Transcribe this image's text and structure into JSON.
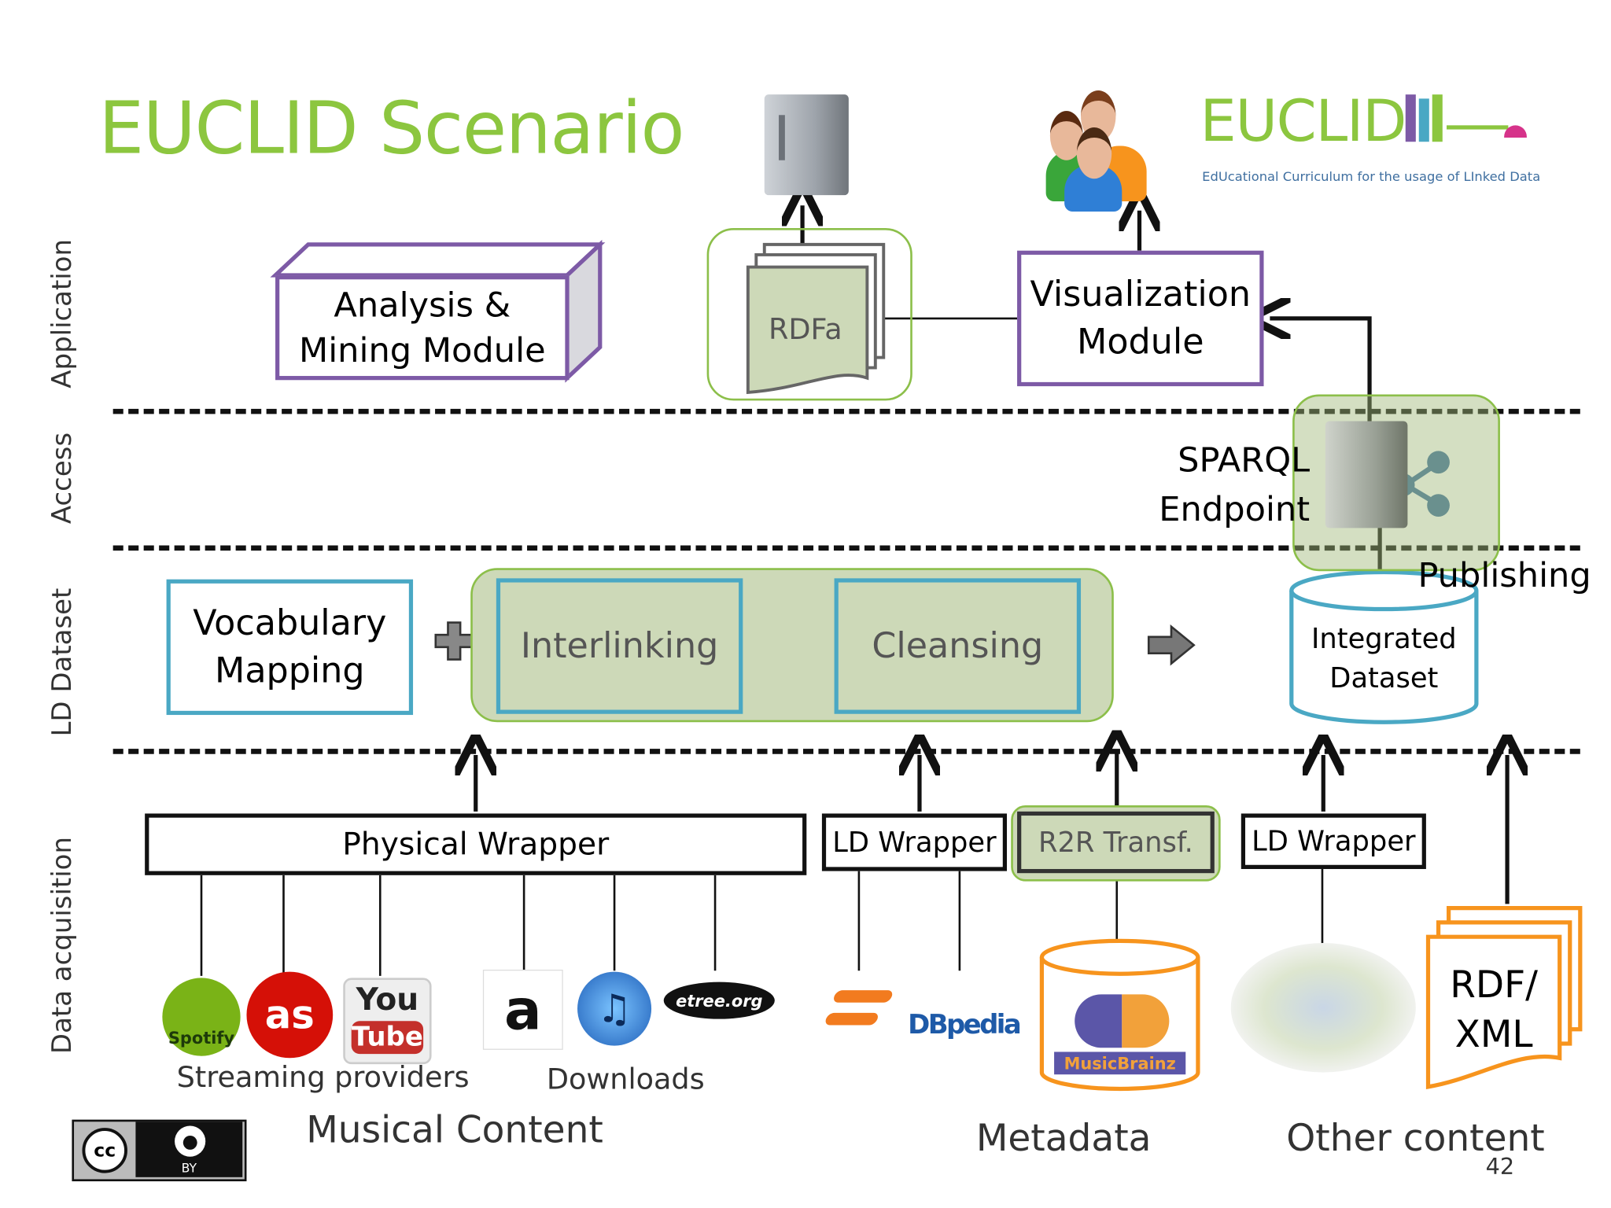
{
  "slide": {
    "title": "EUCLID Scenario",
    "page_number": "42",
    "license": {
      "cc": "cc",
      "by": "BY"
    }
  },
  "logo": {
    "name": "EUCLID",
    "tagline": "EdUcational Curriculum for the usage of LInked Data"
  },
  "layers": [
    "Application",
    "Access",
    "LD Dataset",
    "Data acquisition"
  ],
  "application": {
    "analysis": [
      "Analysis &",
      "Mining Module"
    ],
    "rdfa": "RDFa",
    "visualization": [
      "Visualization",
      "Module"
    ]
  },
  "access": {
    "sparql": [
      "SPARQL",
      "Endpoint"
    ],
    "publishing": "Publishing"
  },
  "dataset": {
    "vocabulary": [
      "Vocabulary",
      "Mapping"
    ],
    "interlinking": "Interlinking",
    "cleansing": "Cleansing",
    "integrated": [
      "Integrated",
      "Dataset"
    ]
  },
  "acquisition": {
    "physical_wrapper": "Physical Wrapper",
    "ld_wrapper_1": "LD Wrapper",
    "r2r": "R2R Transf.",
    "ld_wrapper_2": "LD Wrapper",
    "rdf_xml": [
      "RDF/",
      "XML"
    ]
  },
  "sources": {
    "spotify": "Spotify",
    "lastfm": "as",
    "youtube_you": "You",
    "youtube_tube": "Tube",
    "amazon": "a",
    "itunes": "♫",
    "etree": "etree.org",
    "dbpedia": "DBpedia",
    "musicbrainz": "MusicBrainz",
    "streaming": "Streaming providers",
    "downloads": "Downloads"
  },
  "categories": {
    "musical": "Musical Content",
    "metadata": "Metadata",
    "other": "Other content"
  },
  "colors": {
    "title_green": "#8cc63f",
    "purple": "#7d5aa6",
    "teal": "#4aa8c4",
    "green_fill": "#cdd9b8",
    "orange": "#f7941d"
  }
}
